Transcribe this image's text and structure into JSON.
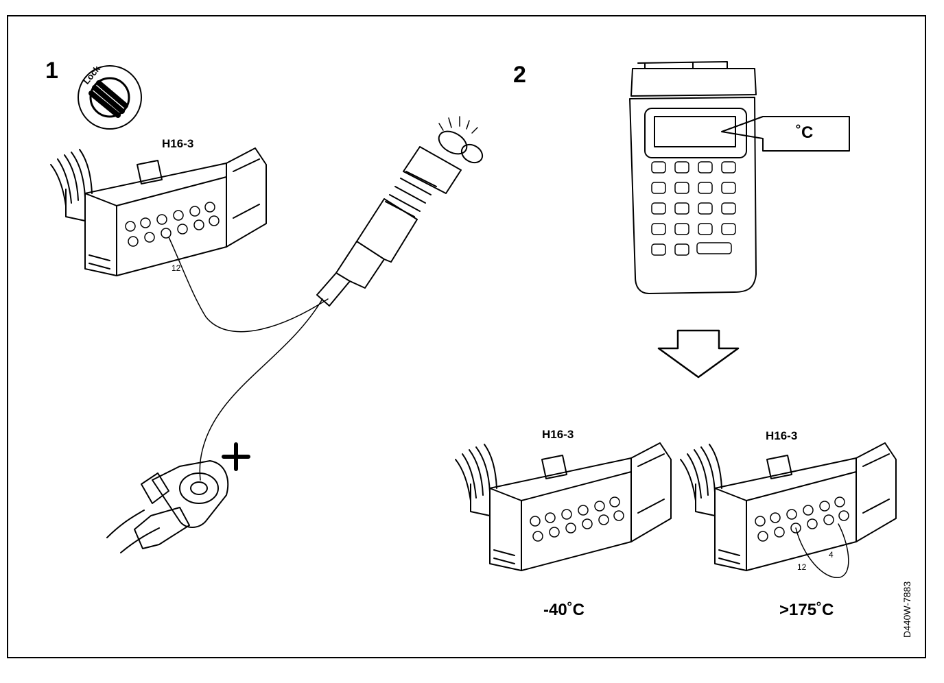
{
  "panel1": {
    "number": "1",
    "ignition_key_text": "Lock",
    "connector_label": "H16-3",
    "pin_label": "12",
    "polarity": "+"
  },
  "panel2": {
    "number": "2",
    "display_unit": "˚C",
    "connector_left_label": "H16-3",
    "connector_right_label": "H16-3",
    "pin_label_a": "12",
    "pin_label_b": "4",
    "temp_left": "-40˚C",
    "temp_right": ">175˚C"
  },
  "figure_code": "D440W-7883"
}
